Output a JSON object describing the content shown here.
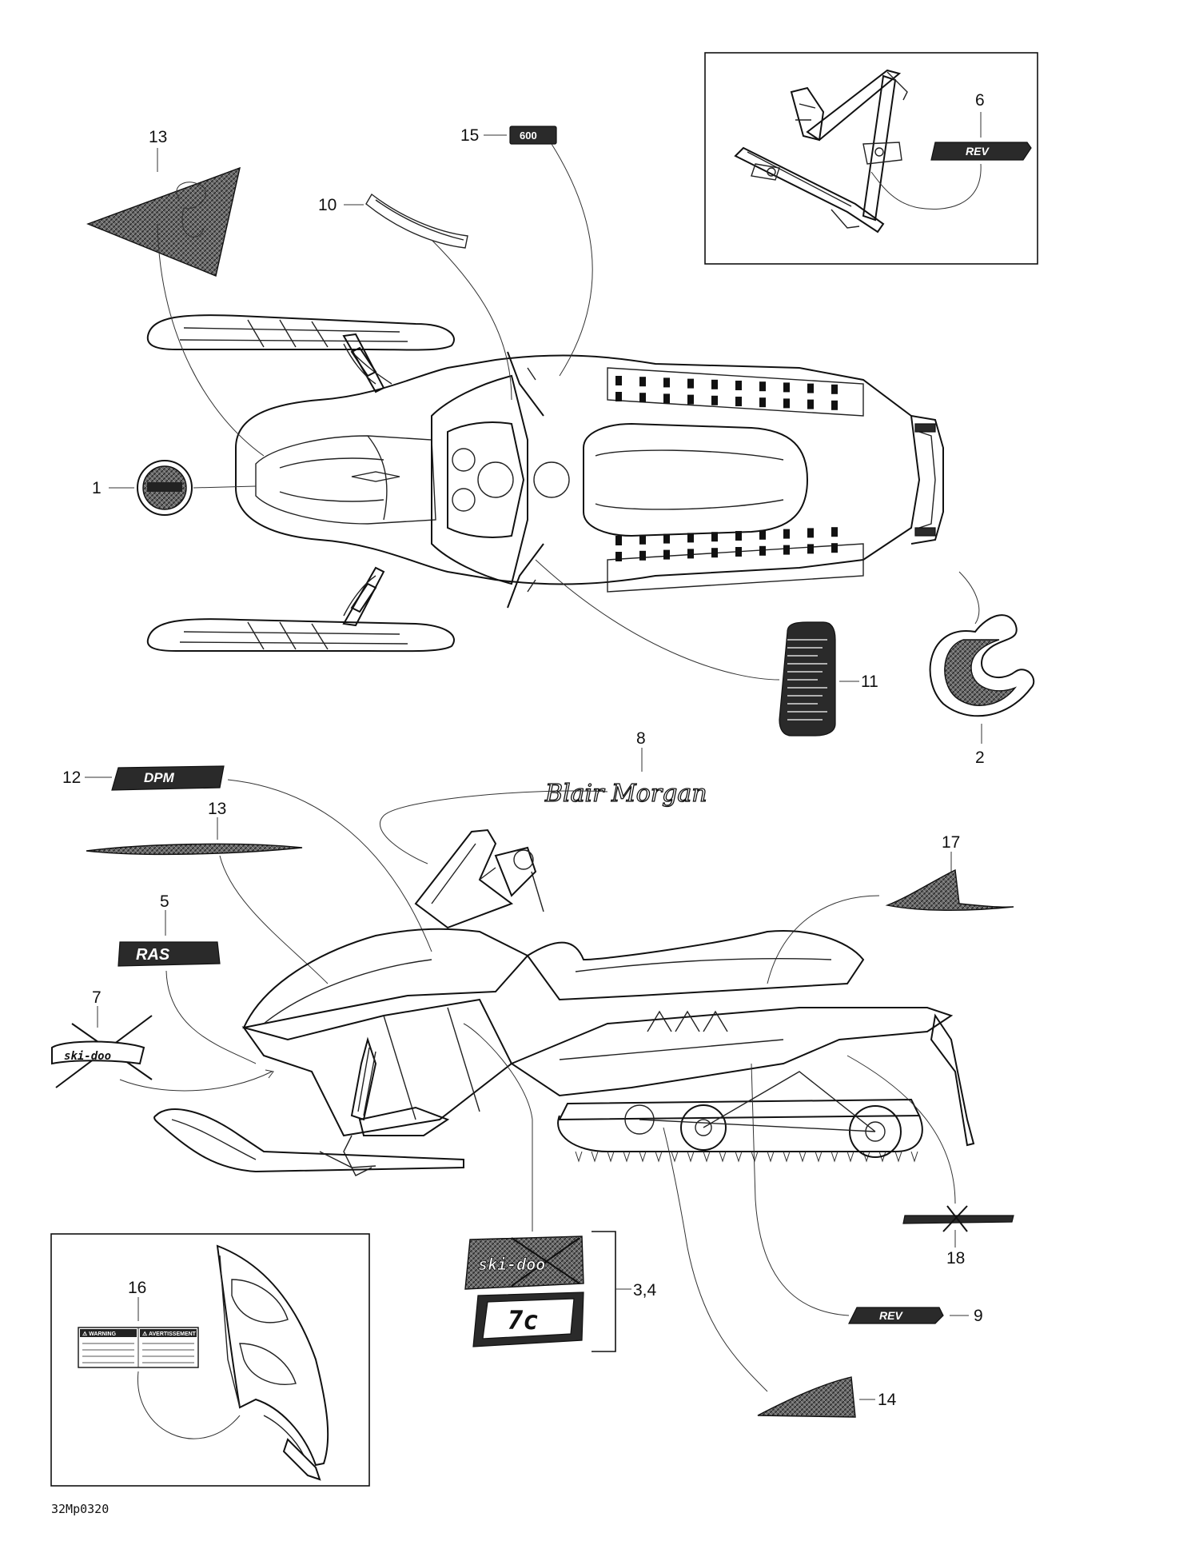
{
  "callouts": [
    {
      "id": "c1",
      "text": "1"
    },
    {
      "id": "c2",
      "text": "2"
    },
    {
      "id": "c34",
      "text": "3,4"
    },
    {
      "id": "c5",
      "text": "5"
    },
    {
      "id": "c6",
      "text": "6"
    },
    {
      "id": "c7",
      "text": "7"
    },
    {
      "id": "c8",
      "text": "8"
    },
    {
      "id": "c9",
      "text": "9"
    },
    {
      "id": "c10",
      "text": "10"
    },
    {
      "id": "c11",
      "text": "11"
    },
    {
      "id": "c12",
      "text": "12"
    },
    {
      "id": "c13a",
      "text": "13"
    },
    {
      "id": "c13b",
      "text": "13"
    },
    {
      "id": "c14",
      "text": "14"
    },
    {
      "id": "c15",
      "text": "15"
    },
    {
      "id": "c16",
      "text": "16"
    },
    {
      "id": "c17",
      "text": "17"
    },
    {
      "id": "c18",
      "text": "18"
    }
  ],
  "decal_text": {
    "rev": "REV",
    "rev2": "REV",
    "dpm": "DPM",
    "ras": "RAS",
    "skidoo": "ski-doo",
    "seven_c": "7c",
    "signature": "Blair Morgan",
    "badge_600": "600",
    "warning_left": "⚠ WARNING",
    "warning_right": "⚠ AVERTISSEMENT"
  },
  "reference_code": "32Mp0320"
}
